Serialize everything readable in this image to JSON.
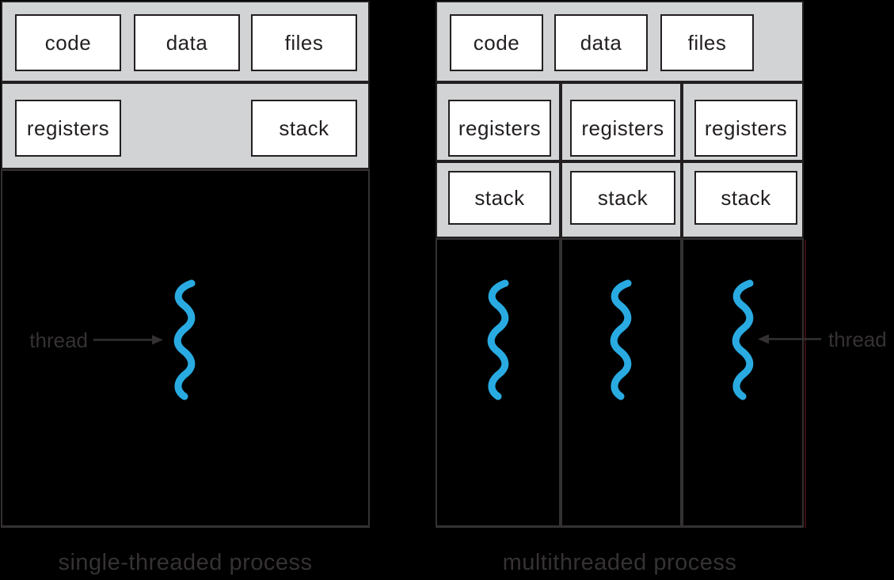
{
  "palette": {
    "background": "#000000",
    "band_fill": "#d1d3d4",
    "box_fill": "#ffffff",
    "box_border": "#231f20",
    "line_on_black": "#343132",
    "text_dark": "#231f20",
    "text_on_black": "#363233",
    "thread_blue": "#29abe2",
    "right_edge_red": "#3a0c10"
  },
  "left_process": {
    "caption": "single-threaded process",
    "memory_boxes": [
      "code",
      "data",
      "files"
    ],
    "context_boxes": [
      "registers",
      "stack"
    ],
    "thread_label": "thread"
  },
  "right_process": {
    "caption": "multithreaded process",
    "memory_boxes": [
      "code",
      "data",
      "files"
    ],
    "registers_boxes": [
      "registers",
      "registers",
      "registers"
    ],
    "stack_boxes": [
      "stack",
      "stack",
      "stack"
    ],
    "thread_label": "thread"
  }
}
